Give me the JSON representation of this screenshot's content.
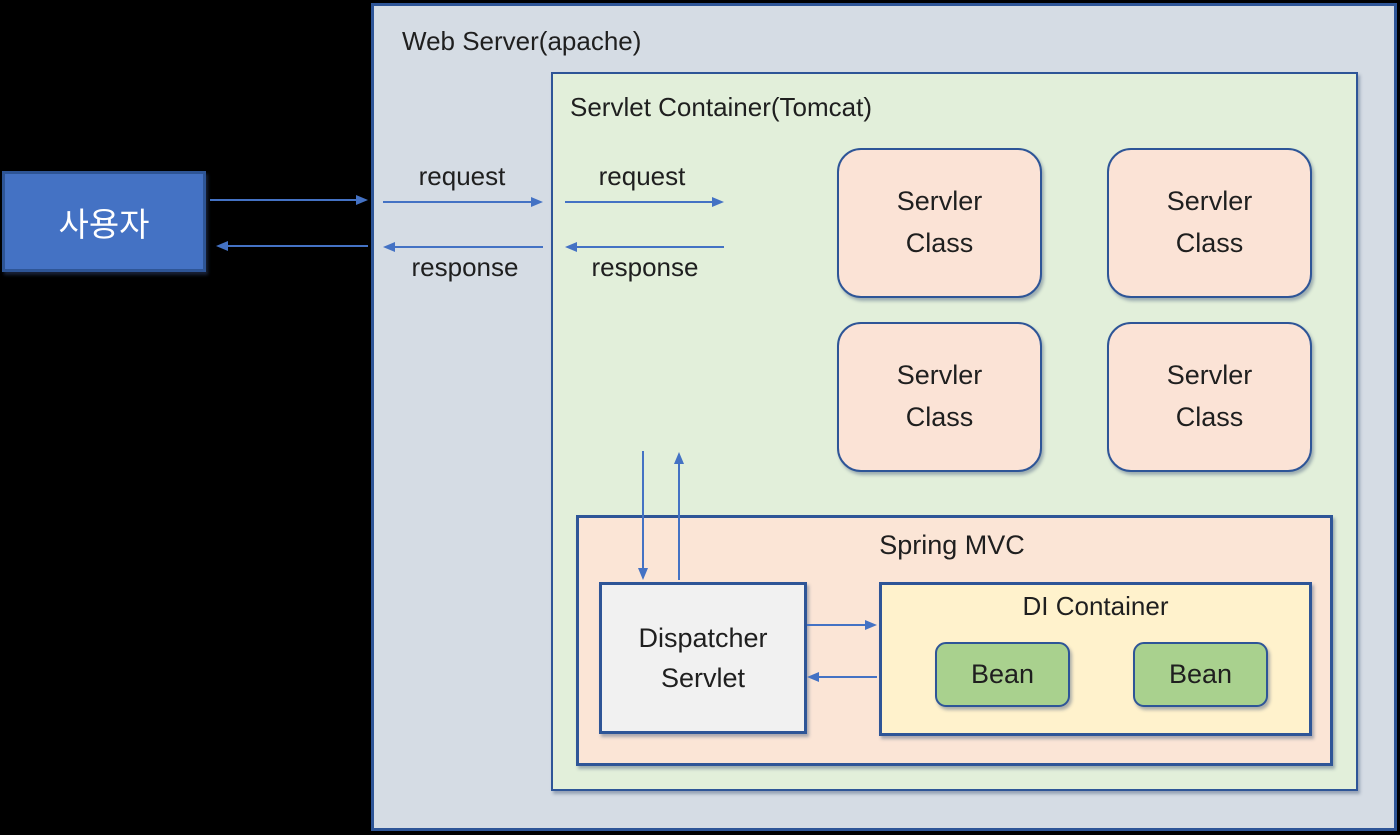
{
  "user_box": {
    "label": "사용자"
  },
  "web_server": {
    "title": "Web Server(apache)"
  },
  "servlet_container": {
    "title": "Servlet Container(Tomcat)",
    "servlet_classes": [
      "Servler\nClass",
      "Servler\nClass",
      "Servler\nClass",
      "Servler\nClass"
    ]
  },
  "spring_mvc": {
    "title": "Spring MVC",
    "dispatcher_servlet": {
      "label": "Dispatcher\nServlet"
    },
    "di_container": {
      "title": "DI Container",
      "beans": [
        "Bean",
        "Bean"
      ]
    }
  },
  "arrow_labels": {
    "outer_request": "request",
    "outer_response": "response",
    "inner_request": "request",
    "inner_response": "response"
  },
  "colors": {
    "background": "#000000",
    "user_fill": "#4472C4",
    "border_blue": "#2E5597",
    "web_server_fill": "#D5DCE4",
    "servlet_container_fill": "#E2EFDA",
    "servlet_class_fill": "#FBE3D6",
    "spring_mvc_fill": "#FBE5D6",
    "di_container_fill": "#FFF2CC",
    "bean_fill": "#A9D18E",
    "dispatcher_fill": "#F1F1F1",
    "arrow": "#4472C4"
  }
}
